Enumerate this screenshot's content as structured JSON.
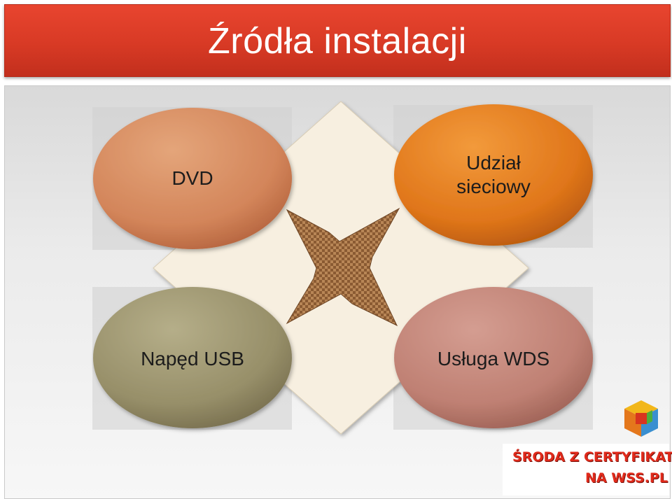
{
  "slide": {
    "title": "Źródła instalacji"
  },
  "nodes": [
    {
      "label": "DVD"
    },
    {
      "label": "Udział sieciowy"
    },
    {
      "label": "Napęd USB"
    },
    {
      "label": "Usługa WDS"
    }
  ],
  "colors": {
    "title_bar": "#d83a25",
    "dvd": "#d7895a",
    "network_share": "#e3771c",
    "usb": "#9c9570",
    "wds": "#c38478",
    "diamond": "#f7efe0",
    "cross": "#a87548"
  },
  "footer": {
    "line1": "ŚRODA Z CERTYFIKATEM",
    "line2": "NA WSS.PL"
  }
}
